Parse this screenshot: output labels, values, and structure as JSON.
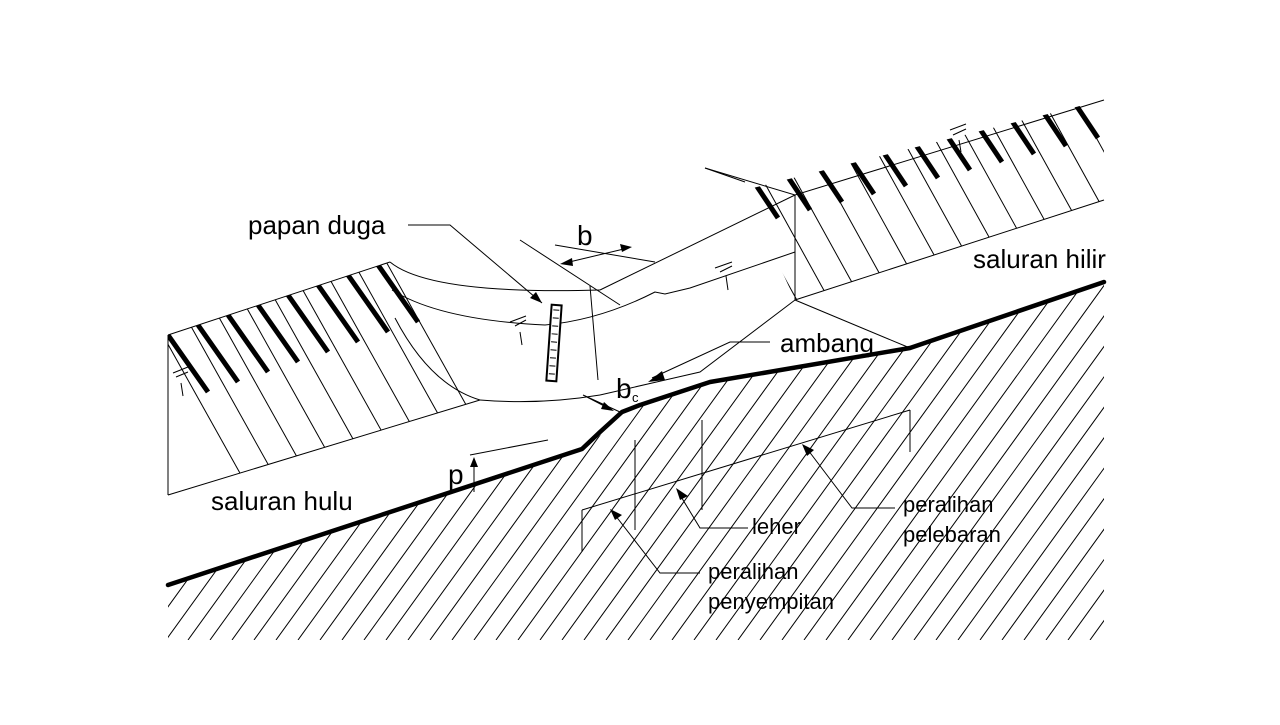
{
  "labels": {
    "papan_duga": "papan duga",
    "b": "b",
    "b_c_main": "b",
    "b_c_sub": "c",
    "ambang": "ambang",
    "saluran_hilir": "saluran hilir",
    "saluran_hulu": "saluran hulu",
    "p": "p",
    "leher": "leher",
    "peralihan_pelebaran_1": "peralihan",
    "peralihan_pelebaran_2": "pelebaran",
    "peralihan_penyempitan_1": "peralihan",
    "peralihan_penyempitan_2": "penyempitan"
  }
}
